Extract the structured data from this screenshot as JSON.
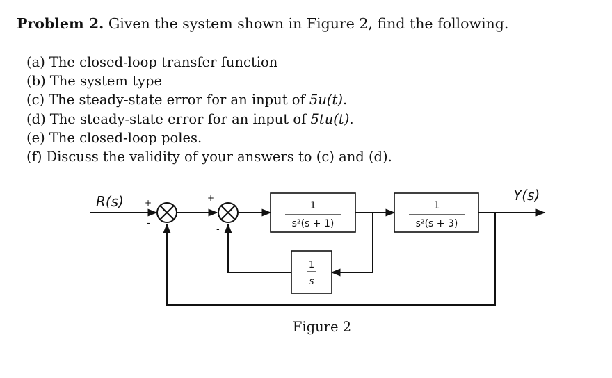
{
  "problem": {
    "label": "Problem 2.",
    "intro": "Given the system shown in Figure 2, find the following."
  },
  "parts": [
    {
      "label": "(a)",
      "pre": "The closed-loop transfer function",
      "math": "",
      "post": ""
    },
    {
      "label": "(b)",
      "pre": "The system type",
      "math": "",
      "post": ""
    },
    {
      "label": "(c)",
      "pre": "The steady-state error for an input of ",
      "math": "5u(t)",
      "post": "."
    },
    {
      "label": "(d)",
      "pre": "The steady-state error for an input of ",
      "math": "5tu(t)",
      "post": "."
    },
    {
      "label": "(e)",
      "pre": "The closed-loop poles.",
      "math": "",
      "post": ""
    },
    {
      "label": "(f)",
      "pre": "Discuss the validity of your answers to (c) and (d).",
      "math": "",
      "post": ""
    }
  ],
  "diagram": {
    "input_label": "R(s)",
    "output_label": "Y(s)",
    "sum1_sign_top": "+",
    "sum1_sign_bottom": "-",
    "sum2_sign_top": "+",
    "sum2_sign_bottom": "-",
    "block1": {
      "num": "1",
      "den": "s²(s + 1)"
    },
    "block2": {
      "num": "1",
      "den": "s²(s + 3)"
    },
    "block3": {
      "num": "1",
      "den": "s"
    }
  },
  "figure_caption": "Figure 2"
}
